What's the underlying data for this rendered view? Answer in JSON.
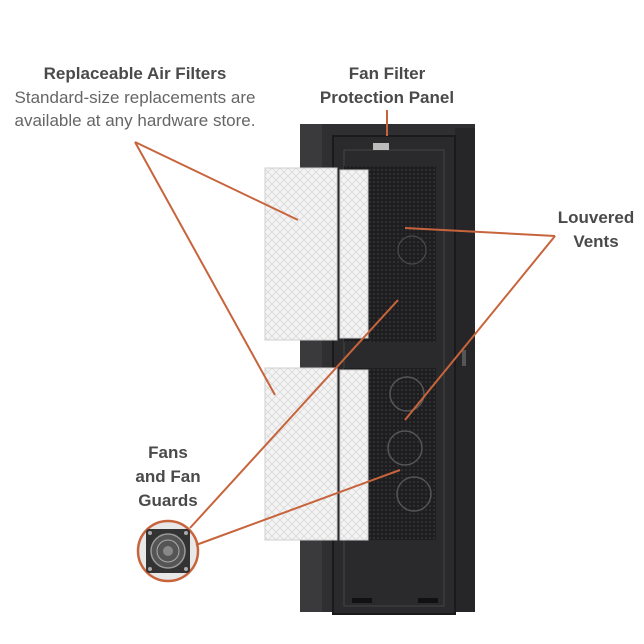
{
  "callouts": {
    "air_filters": {
      "title": "Replaceable Air Filters",
      "desc_line1": "Standard-size replacements are",
      "desc_line2": "available at any hardware store."
    },
    "fan_filter_panel": {
      "line1": "Fan Filter",
      "line2": "Protection Panel"
    },
    "louvered_vents": {
      "line1": "Louvered",
      "line2": "Vents"
    },
    "fans": {
      "line1": "Fans",
      "line2": "and Fan",
      "line3": "Guards"
    }
  },
  "colors": {
    "callout_line": "#c8643c",
    "cabinet": "#2b2b2d",
    "filter": "#f2f2f2"
  }
}
